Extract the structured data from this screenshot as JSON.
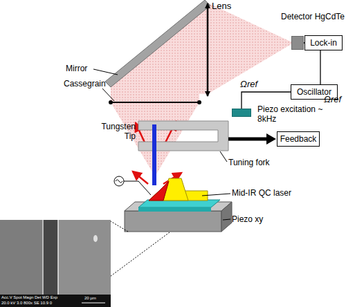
{
  "diagram": {
    "nodes": [
      {
        "text": [
          "Detector HgCdTe"
        ]
      },
      {
        "text": [
          "Lock-in"
        ]
      },
      {
        "text": [
          "Oscillator"
        ]
      },
      {
        "text": [
          "Piezo excitation ~ 8kHz"
        ]
      },
      {
        "text": [
          "Feedback"
        ]
      }
    ],
    "edges": [
      {
        "from": 0,
        "to": 1,
        "arrow": "none"
      },
      {
        "from": 2,
        "to": 1,
        "label": "Ωref",
        "arrow": "none"
      },
      {
        "from": 2,
        "to": 3,
        "label": "Ωref",
        "arrow": "none"
      }
    ],
    "labels": [
      "Lens",
      "Mirror",
      "Cassegrain",
      "Tungsten Tip",
      "Tuning fork",
      "Mid-IR QC laser",
      "Piezo xy",
      "Acc.V Spot Magn Det WD Exp",
      "20.0 kV 3.0 800x SE 10.9 0",
      "20 µm"
    ]
  }
}
